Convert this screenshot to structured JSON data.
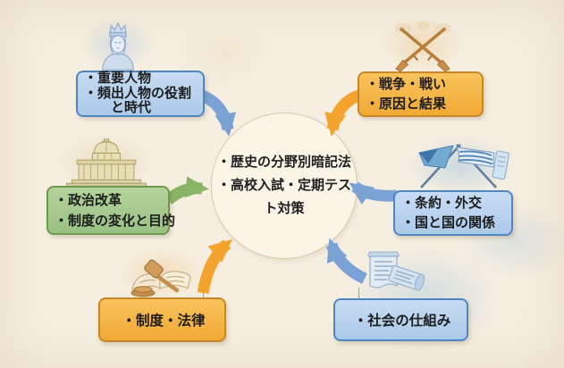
{
  "center": {
    "lines": [
      "・歴史の分野別暗記法",
      "・高校入試・定期テス",
      "ト対策"
    ]
  },
  "nodes": {
    "top_left": {
      "icon": "statue-bust-icon",
      "lines": [
        "・重要人物",
        "・頻出人物の役割",
        "と時代"
      ]
    },
    "top_right": {
      "icon": "crossed-rifles-icon",
      "lines": [
        "・戦争・戦い",
        "・原因と結果"
      ]
    },
    "mid_left": {
      "icon": "parliament-building-icon",
      "lines": [
        "・政治改革",
        "・制度の変化と目的"
      ]
    },
    "mid_right": {
      "icon": "crossed-flags-icon",
      "lines": [
        "・条約・外交",
        "・国と国の関係"
      ]
    },
    "bottom_left": {
      "icon": "gavel-book-icon",
      "lines": [
        "・制度・法律"
      ]
    },
    "bottom_right": {
      "icon": "scroll-documents-icon",
      "lines": [
        "・社会の仕組み"
      ]
    }
  },
  "colors": {
    "background": "#f6efe1",
    "blue_box_fill": "#bdd7ee",
    "blue_box_border": "#4d86c0",
    "orange_box_fill": "#f6b545",
    "orange_box_border": "#c8862a",
    "green_box_fill": "#a7cb8d",
    "green_box_border": "#6d9a4f",
    "blue_arrow": "#7aa2d4",
    "orange_arrow": "#f4a42e",
    "green_arrow": "#8bb566",
    "circle_fill": "#fbf5e7",
    "circle_border": "#d9c8ab"
  }
}
